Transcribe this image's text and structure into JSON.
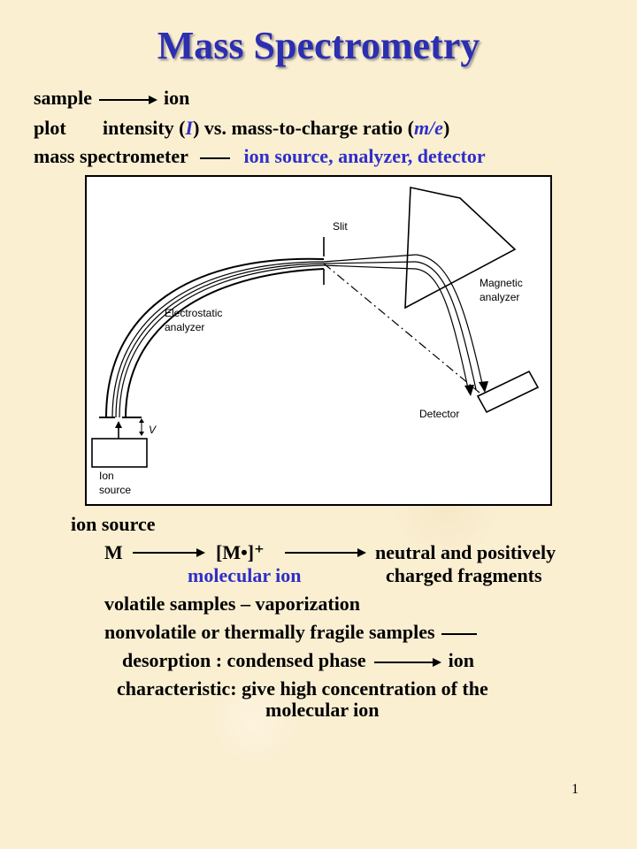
{
  "title": "Mass Spectrometry",
  "line1": {
    "sample": "sample",
    "ion": "ion"
  },
  "line2": {
    "plot": "plot",
    "text_a": "intensity (",
    "I": "I",
    "text_b": ") vs. mass-to-charge ratio (",
    "me": "m/e",
    "text_c": ")"
  },
  "line3": {
    "label": "mass spectrometer",
    "parts": [
      "ion source,",
      "analyzer,",
      "detector"
    ]
  },
  "figure": {
    "labels": {
      "slit": "Slit",
      "magnetic": [
        "Magnetic",
        "analyzer"
      ],
      "electrostatic": [
        "Electrostatic",
        "analyzer"
      ],
      "detector": "Detector",
      "ion_source": [
        "Ion",
        "source"
      ],
      "v": "V"
    }
  },
  "ion_source_section": {
    "heading": "ion source",
    "m": "M",
    "mplus": "[M•]⁺",
    "neutral": "neutral and positively",
    "molecular_ion": "molecular ion",
    "charged": "charged fragments",
    "volatile": "volatile samples – vaporization",
    "nonvolatile": "nonvolatile or thermally fragile samples",
    "desorption": "desorption : condensed phase",
    "desorption_ion": "ion",
    "characteristic_1": "characteristic: give high concentration of the",
    "characteristic_2": "molecular ion"
  },
  "page_number": "1",
  "colors": {
    "title": "#2b2fb0",
    "accent": "#2f2fc8",
    "background": "#fbefd2"
  }
}
